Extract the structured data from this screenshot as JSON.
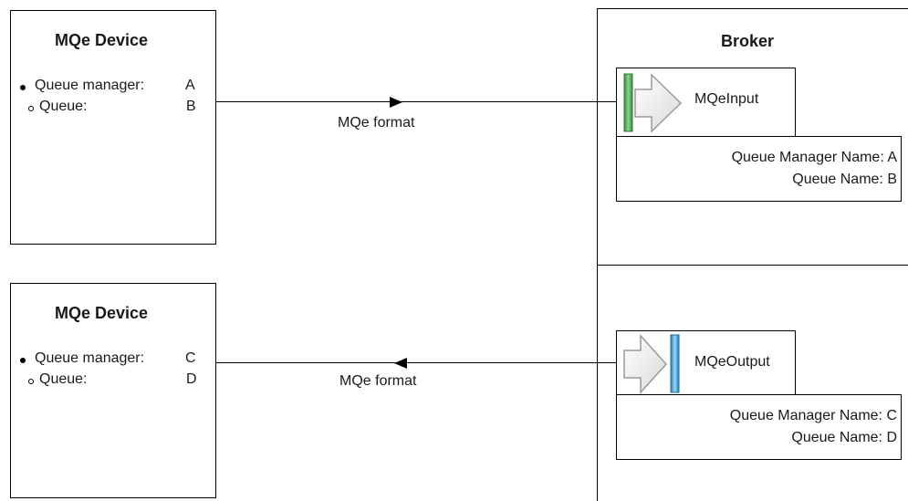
{
  "devices": [
    {
      "title": "MQe Device",
      "qm_label": "Queue manager:",
      "qm_value": "A",
      "q_label": "Queue:",
      "q_value": "B"
    },
    {
      "title": "MQe Device",
      "qm_label": "Queue manager:",
      "qm_value": "C",
      "q_label": "Queue:",
      "q_value": "D"
    }
  ],
  "connections": [
    {
      "label": "MQe format",
      "direction": "to-broker"
    },
    {
      "label": "MQe format",
      "direction": "to-device"
    }
  ],
  "broker": {
    "title": "Broker",
    "input_node": {
      "name": "MQeInput",
      "icon": "input-node-icon",
      "accent": "#4caf50",
      "qm_line": "Queue Manager Name: A",
      "q_line": "Queue Name: B"
    },
    "output_node": {
      "name": "MQeOutput",
      "icon": "output-node-icon",
      "accent": "#3ba7d9",
      "qm_line": "Queue Manager Name: C",
      "q_line": "Queue Name: D"
    }
  }
}
